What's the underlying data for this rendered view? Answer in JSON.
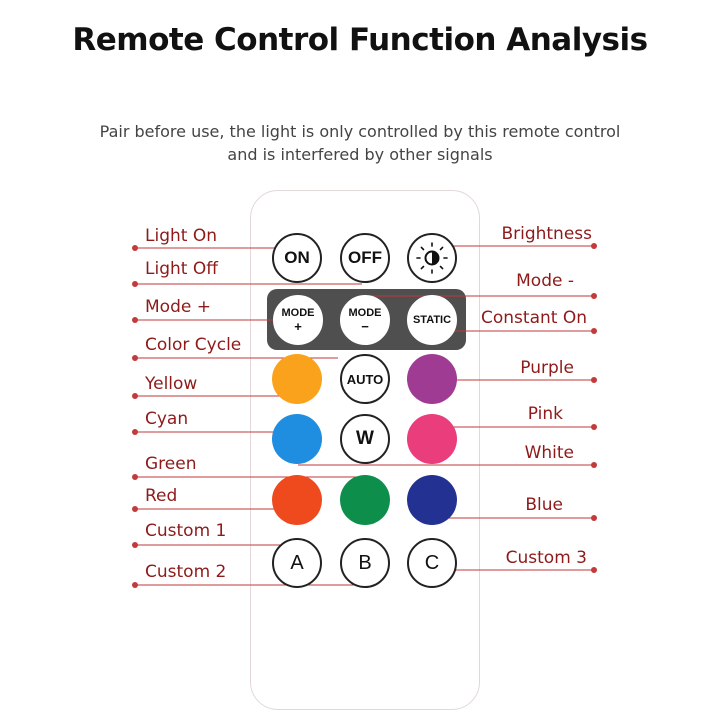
{
  "title": "Remote Control Function Analysis",
  "subtitle_line1": "Pair before use, the light is only controlled by this remote control",
  "subtitle_line2": "and is interfered by other signals",
  "colors": {
    "label": "#8e1a1a",
    "line": "#c23a3a",
    "yellow": "#fba21c",
    "purple": "#a03b94",
    "cyan": "#1f8de0",
    "pink": "#ea3d7c",
    "red": "#ee4a1e",
    "green": "#0e8e4b",
    "blue": "#233192"
  },
  "buttons": {
    "on": "ON",
    "off": "OFF",
    "mode_plus_top": "MODE",
    "mode_plus_bottom": "+",
    "mode_minus_top": "MODE",
    "mode_minus_bottom": "−",
    "static": "STATIC",
    "auto": "AUTO",
    "w": "W",
    "a": "A",
    "b": "B",
    "c": "C"
  },
  "labels": {
    "light_on": "Light On",
    "light_off": "Light Off",
    "mode_plus": "Mode +",
    "color_cycle": "Color Cycle",
    "yellow": "Yellow",
    "cyan": "Cyan",
    "green": "Green",
    "red": "Red",
    "custom_1": "Custom 1",
    "custom_2": "Custom 2",
    "brightness": "Brightness",
    "mode_minus": "Mode -",
    "constant_on": "Constant On",
    "purple": "Purple",
    "pink": "Pink",
    "white": "White",
    "blue": "Blue",
    "custom_3": "Custom 3"
  }
}
